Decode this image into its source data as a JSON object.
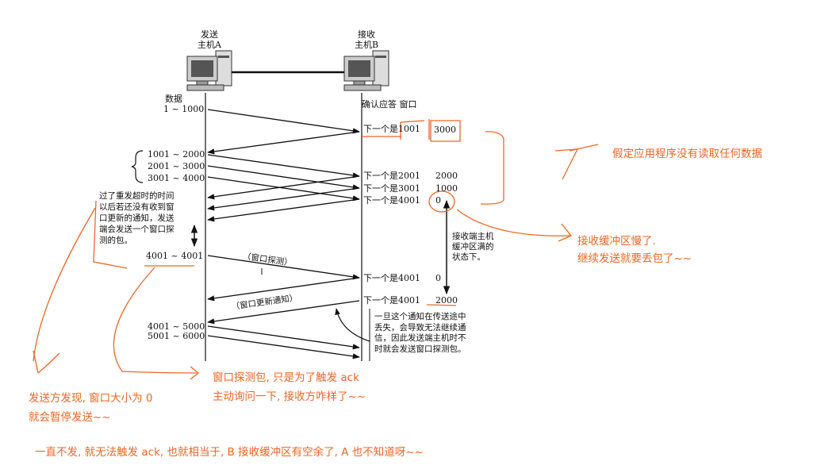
{
  "hosts": {
    "sender": {
      "line1": "发送",
      "line2": "主机A"
    },
    "receiver": {
      "line1": "接收",
      "line2": "主机B"
    }
  },
  "headers": {
    "data_label": "数据",
    "ack_window_label": "确认应答 窗口"
  },
  "left_ranges": [
    "1 ~ 1000",
    "1001 ~ 2000",
    "2001 ~ 3000",
    "3001 ~ 4000",
    "4001 ~ 4001",
    "4001 ~ 5000",
    "5001 ~ 6000"
  ],
  "right_acks": [
    {
      "text": "下一个是1001",
      "window": "3000"
    },
    {
      "text": "下一个是2001",
      "window": "2000"
    },
    {
      "text": "下一个是3001",
      "window": "1000"
    },
    {
      "text": "下一个是4001",
      "window": "0"
    },
    {
      "text": "下一个是4001",
      "window": "0"
    },
    {
      "text": "下一个是4001",
      "window": "2000"
    }
  ],
  "left_note": "过了重发超时的时间\n以后若还没有收到窗\n口更新的通知，发送\n端会发送一个窗口探\n测的包。",
  "right_state_note": "接收端主机\n缓冲区满的\n状态下。",
  "right_bottom_note": "一旦这个通知在传送途中\n丢失，会导致无法继续通\n信，因此发送端主机时不\n时就会发送窗口探测包。",
  "probe_label": "（窗口探测）",
  "update_label": "（窗口更新通知）",
  "annotations": {
    "app_not_reading": "假定应用程序没有读取任何数据",
    "slow_buffer_1": "接收缓冲区慢了.",
    "slow_buffer_2": "继续发送就要丢包了~~",
    "probe_1": "窗口探测包, 只是为了触发 ack",
    "probe_2": "主动询问一下, 接收方咋样了~~",
    "sender_zero_1": "发送方发现, 窗口大小为 0",
    "sender_zero_2": "就会暂停发送~~",
    "bottom": "一直不发, 就无法触发 ack, 也就相当于, B 接收缓冲区有空余了, A 也不知道呀~~"
  },
  "colors": {
    "annotation": "#f26522",
    "ink": "#111111"
  }
}
